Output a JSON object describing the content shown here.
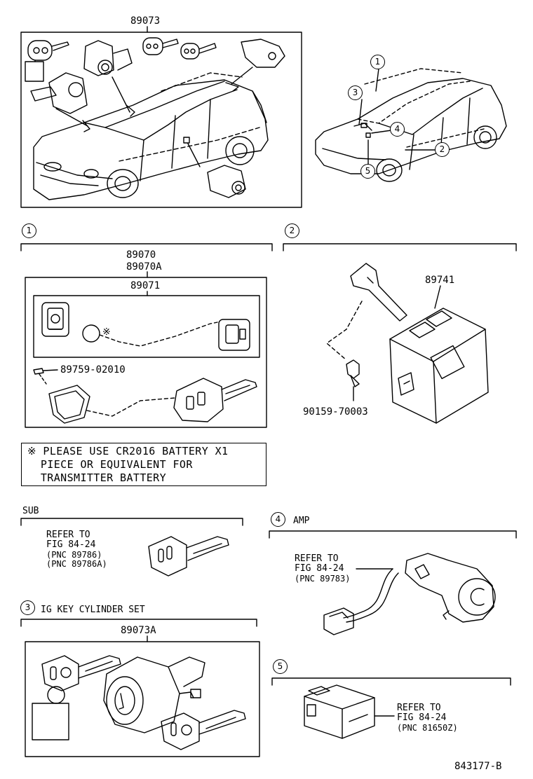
{
  "diagram": {
    "top_part": "89073",
    "sections": {
      "s1": {
        "marker": "1",
        "parts": [
          "89070",
          "89070A"
        ],
        "inner_part": "89071",
        "screw_part": "89759-02010"
      },
      "s2": {
        "marker": "2",
        "module_part": "89741",
        "bolt_part": "90159-70003"
      },
      "sub": {
        "title": "SUB",
        "refer": [
          "REFER TO",
          "FIG 84-24",
          "(PNC 89786)",
          "(PNC 89786A)"
        ]
      },
      "s3": {
        "marker": "3",
        "title": "IG KEY CYLINDER SET",
        "part": "89073A"
      },
      "s4": {
        "marker": "4",
        "title": "AMP",
        "refer": [
          "REFER TO",
          "FIG 84-24",
          "(PNC 89783)"
        ]
      },
      "s5": {
        "marker": "5",
        "refer": [
          "REFER TO",
          "FIG 84-24",
          "(PNC 81650Z)"
        ]
      }
    },
    "overview_markers": [
      "1",
      "2",
      "3",
      "4",
      "5"
    ],
    "note": {
      "symbol": "※",
      "lines": [
        "※ PLEASE USE CR2016 BATTERY X1",
        "  PIECE OR EQUIVALENT FOR",
        "  TRANSMITTER BATTERY"
      ]
    },
    "battery_mark": "※",
    "drawing_number": "843177-B"
  }
}
